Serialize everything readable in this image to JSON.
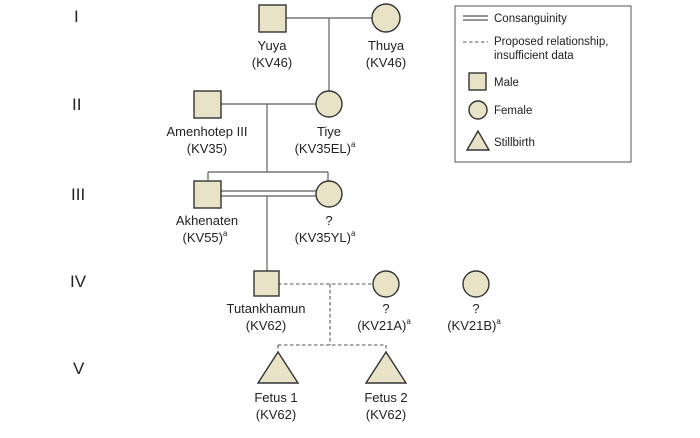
{
  "generations": [
    "I",
    "II",
    "III",
    "IV",
    "V"
  ],
  "people": {
    "yuya": {
      "name": "Yuya",
      "tomb": "(KV46)",
      "sup": ""
    },
    "thuya": {
      "name": "Thuya",
      "tomb": "(KV46)",
      "sup": ""
    },
    "amenhotep": {
      "name": "Amenhotep III",
      "tomb": "(KV35)",
      "sup": ""
    },
    "tiye": {
      "name": "Tiye",
      "tomb": "(KV35EL)",
      "sup": "a"
    },
    "akhenaten": {
      "name": "Akhenaten",
      "tomb": "(KV55)",
      "sup": "a"
    },
    "kv35yl": {
      "name": "?",
      "tomb": "(KV35YL)",
      "sup": "a"
    },
    "tutankhamun": {
      "name": "Tutankhamun",
      "tomb": "(KV62)",
      "sup": ""
    },
    "kv21a": {
      "name": "?",
      "tomb": "(KV21A)",
      "sup": "a"
    },
    "kv21b": {
      "name": "?",
      "tomb": "(KV21B)",
      "sup": "a"
    },
    "fetus1": {
      "name": "Fetus 1",
      "tomb": "(KV62)",
      "sup": ""
    },
    "fetus2": {
      "name": "Fetus 2",
      "tomb": "(KV62)",
      "sup": ""
    }
  },
  "legend": {
    "consanguinity": "Consanguinity",
    "proposed_line1": "Proposed relationship,",
    "proposed_line2": "insufficient data",
    "male": "Male",
    "female": "Female",
    "stillbirth": "Stillbirth"
  },
  "colors": {
    "shape_fill": "#e8e3c6",
    "shape_stroke": "#333333",
    "line": "#777777"
  }
}
